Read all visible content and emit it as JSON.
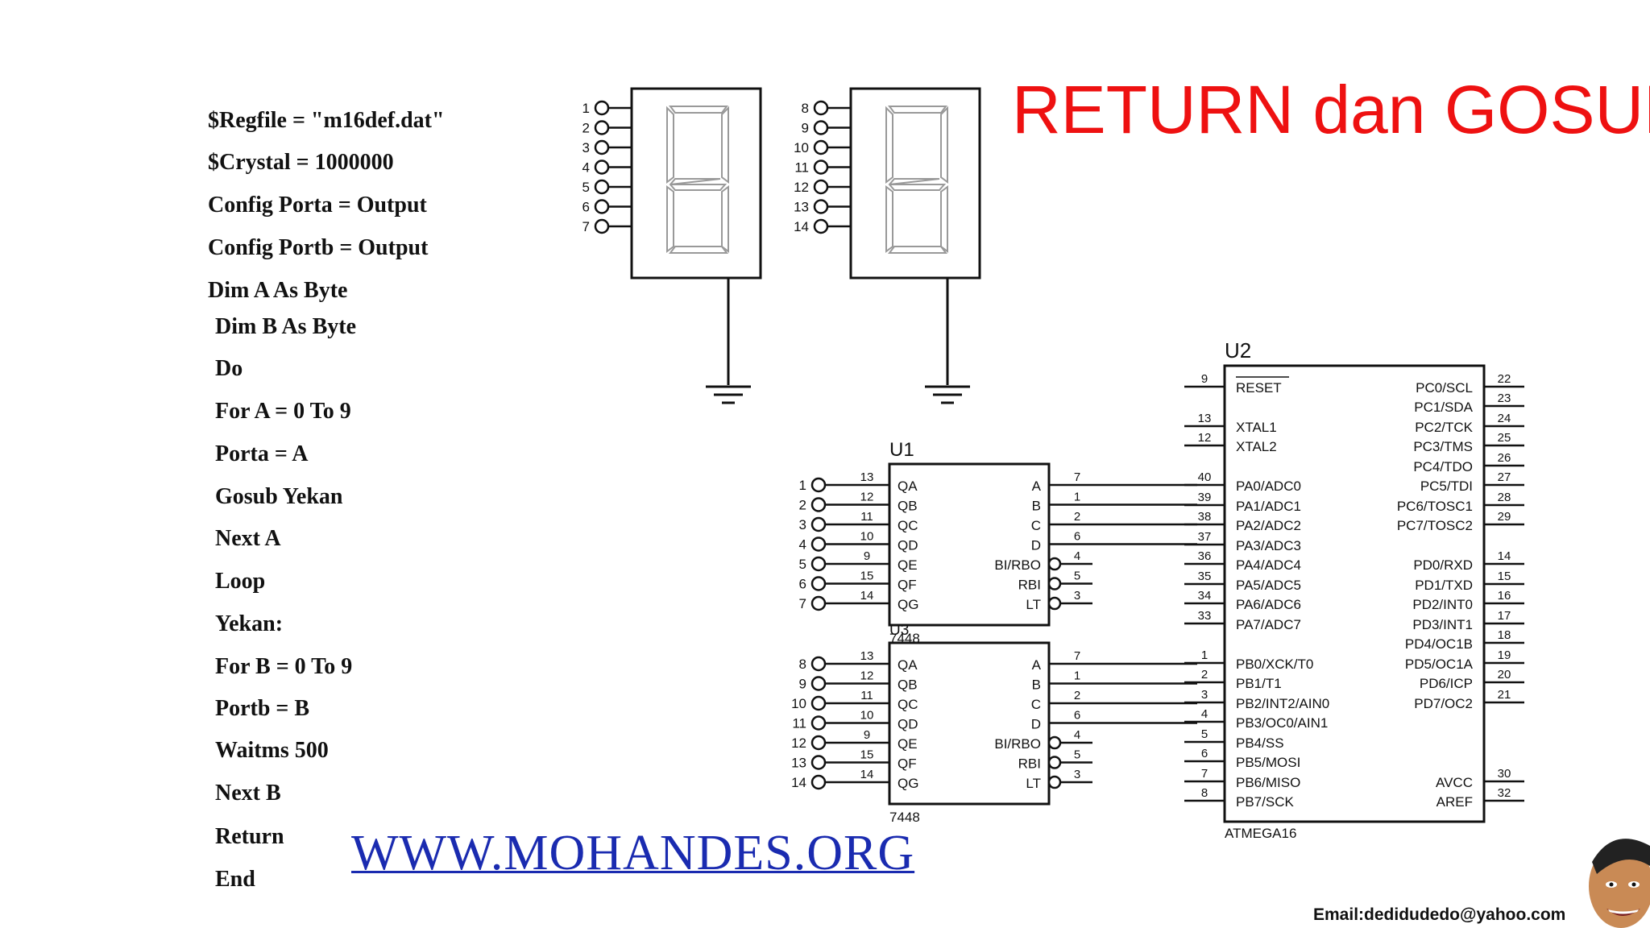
{
  "title": "RETURN dan GOSUB",
  "code_lines": [
    "$Regfile = \"m16def.dat\"",
    "$Crystal = 1000000",
    "Config Porta = Output",
    "Config Portb = Output",
    "Dim A As Byte",
    "Dim B As Byte",
    "Do",
    "For A = 0 To 9",
    "Porta = A",
    "Gosub Yekan",
    "Next A",
    "Loop",
    "Yekan:",
    "For B = 0 To 9",
    "Portb = B",
    "Waitms 500",
    "Next B",
    "Return",
    "End"
  ],
  "watermark_url": "WWW.MOHANDES.ORG",
  "email": "Email:dedidudedo@yahoo.com",
  "schematic": {
    "display1_pins": [
      "1",
      "2",
      "3",
      "4",
      "5",
      "6",
      "7"
    ],
    "display2_pins": [
      "8",
      "9",
      "10",
      "11",
      "12",
      "13",
      "14"
    ],
    "u1": {
      "ref": "U1",
      "part": "7448",
      "left_pins": [
        {
          "num": "1",
          "pin": "13",
          "name": "QA"
        },
        {
          "num": "2",
          "pin": "12",
          "name": "QB"
        },
        {
          "num": "3",
          "pin": "11",
          "name": "QC"
        },
        {
          "num": "4",
          "pin": "10",
          "name": "QD"
        },
        {
          "num": "5",
          "pin": "9",
          "name": "QE"
        },
        {
          "num": "6",
          "pin": "15",
          "name": "QF"
        },
        {
          "num": "7",
          "pin": "14",
          "name": "QG"
        }
      ],
      "right_pins": [
        {
          "name": "A",
          "pin": "7"
        },
        {
          "name": "B",
          "pin": "1"
        },
        {
          "name": "C",
          "pin": "2"
        },
        {
          "name": "D",
          "pin": "6"
        },
        {
          "name": "BI/RBO",
          "pin": "4"
        },
        {
          "name": "RBI",
          "pin": "5"
        },
        {
          "name": "LT",
          "pin": "3"
        }
      ]
    },
    "u3": {
      "ref": "U3",
      "part": "7448",
      "left_pins": [
        {
          "num": "8",
          "pin": "13",
          "name": "QA"
        },
        {
          "num": "9",
          "pin": "12",
          "name": "QB"
        },
        {
          "num": "10",
          "pin": "11",
          "name": "QC"
        },
        {
          "num": "11",
          "pin": "10",
          "name": "QD"
        },
        {
          "num": "12",
          "pin": "9",
          "name": "QE"
        },
        {
          "num": "13",
          "pin": "15",
          "name": "QF"
        },
        {
          "num": "14",
          "pin": "14",
          "name": "QG"
        }
      ],
      "right_pins": [
        {
          "name": "A",
          "pin": "7"
        },
        {
          "name": "B",
          "pin": "1"
        },
        {
          "name": "C",
          "pin": "2"
        },
        {
          "name": "D",
          "pin": "6"
        },
        {
          "name": "BI/RBO",
          "pin": "4"
        },
        {
          "name": "RBI",
          "pin": "5"
        },
        {
          "name": "LT",
          "pin": "3"
        }
      ]
    },
    "u2": {
      "ref": "U2",
      "part": "ATMEGA16",
      "left_pins": [
        {
          "pin": "9",
          "name": "RESET"
        },
        {
          "pin": "13",
          "name": "XTAL1"
        },
        {
          "pin": "12",
          "name": "XTAL2"
        },
        {
          "pin": "40",
          "name": "PA0/ADC0"
        },
        {
          "pin": "39",
          "name": "PA1/ADC1"
        },
        {
          "pin": "38",
          "name": "PA2/ADC2"
        },
        {
          "pin": "37",
          "name": "PA3/ADC3"
        },
        {
          "pin": "36",
          "name": "PA4/ADC4"
        },
        {
          "pin": "35",
          "name": "PA5/ADC5"
        },
        {
          "pin": "34",
          "name": "PA6/ADC6"
        },
        {
          "pin": "33",
          "name": "PA7/ADC7"
        },
        {
          "pin": "1",
          "name": "PB0/XCK/T0"
        },
        {
          "pin": "2",
          "name": "PB1/T1"
        },
        {
          "pin": "3",
          "name": "PB2/INT2/AIN0"
        },
        {
          "pin": "4",
          "name": "PB3/OC0/AIN1"
        },
        {
          "pin": "5",
          "name": "PB4/SS"
        },
        {
          "pin": "6",
          "name": "PB5/MOSI"
        },
        {
          "pin": "7",
          "name": "PB6/MISO"
        },
        {
          "pin": "8",
          "name": "PB7/SCK"
        }
      ],
      "right_pins": [
        {
          "pin": "22",
          "name": "PC0/SCL"
        },
        {
          "pin": "23",
          "name": "PC1/SDA"
        },
        {
          "pin": "24",
          "name": "PC2/TCK"
        },
        {
          "pin": "25",
          "name": "PC3/TMS"
        },
        {
          "pin": "26",
          "name": "PC4/TDO"
        },
        {
          "pin": "27",
          "name": "PC5/TDI"
        },
        {
          "pin": "28",
          "name": "PC6/TOSC1"
        },
        {
          "pin": "29",
          "name": "PC7/TOSC2"
        },
        {
          "pin": "14",
          "name": "PD0/RXD"
        },
        {
          "pin": "15",
          "name": "PD1/TXD"
        },
        {
          "pin": "16",
          "name": "PD2/INT0"
        },
        {
          "pin": "17",
          "name": "PD3/INT1"
        },
        {
          "pin": "18",
          "name": "PD4/OC1B"
        },
        {
          "pin": "19",
          "name": "PD5/OC1A"
        },
        {
          "pin": "20",
          "name": "PD6/ICP"
        },
        {
          "pin": "21",
          "name": "PD7/OC2"
        },
        {
          "pin": "30",
          "name": "AVCC"
        },
        {
          "pin": "32",
          "name": "AREF"
        }
      ]
    }
  }
}
